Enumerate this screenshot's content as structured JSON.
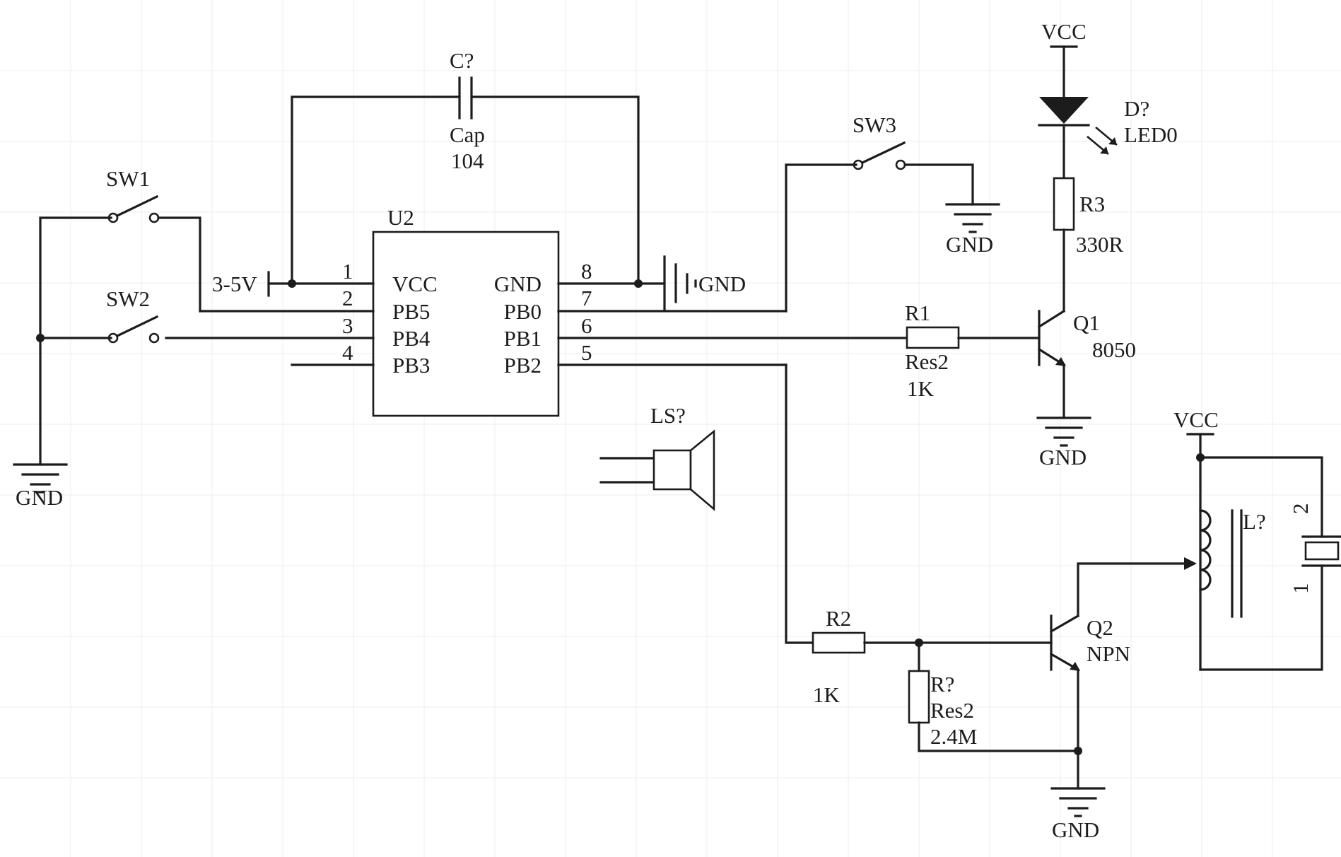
{
  "colors": {
    "ink": "#1c1c1c",
    "background": "#ffffff",
    "grid": "#ececec"
  },
  "parts": {
    "capacitor": {
      "designator": "C?",
      "type": "Cap",
      "value": "104"
    },
    "ic": {
      "designator": "U2",
      "left_pins": [
        {
          "num": "1",
          "name": "VCC"
        },
        {
          "num": "2",
          "name": "PB5"
        },
        {
          "num": "3",
          "name": "PB4"
        },
        {
          "num": "4",
          "name": "PB3"
        }
      ],
      "right_pins": [
        {
          "num": "8",
          "name": "GND"
        },
        {
          "num": "7",
          "name": "PB0"
        },
        {
          "num": "6",
          "name": "PB1"
        },
        {
          "num": "5",
          "name": "PB2"
        }
      ]
    },
    "sw1": {
      "designator": "SW1"
    },
    "sw2": {
      "designator": "SW2"
    },
    "sw3": {
      "designator": "SW3"
    },
    "supply": {
      "label": "3-5V"
    },
    "led": {
      "designator": "D?",
      "type": "LED0"
    },
    "r3": {
      "designator": "R3",
      "value": "330R"
    },
    "r1": {
      "designator": "R1",
      "type": "Res2",
      "value": "1K"
    },
    "q1": {
      "designator": "Q1",
      "type": "8050"
    },
    "speaker": {
      "designator": "LS?"
    },
    "r2": {
      "designator": "R2",
      "value": "1K"
    },
    "rq": {
      "designator": "R?",
      "type": "Res2",
      "value": "2.4M"
    },
    "q2": {
      "designator": "Q2",
      "type": "NPN"
    },
    "inductor": {
      "designator": "L?"
    },
    "crystal": {
      "pin2": "2",
      "pin1": "1"
    }
  },
  "power": {
    "vcc": "VCC",
    "gnd": "GND"
  }
}
